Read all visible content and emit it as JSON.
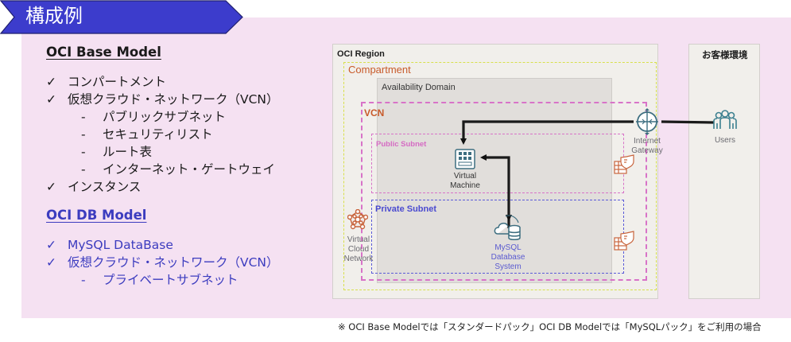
{
  "banner": {
    "title": "構成例",
    "color": "#3c3ccc"
  },
  "base_model": {
    "title": "OCI Base Model",
    "items": [
      {
        "mark": "✓",
        "text": "コンパートメント",
        "level": 0
      },
      {
        "mark": "✓",
        "text": "仮想クラウド・ネットワーク（VCN）",
        "level": 0
      },
      {
        "mark": "-",
        "text": "パブリックサブネット",
        "level": 1
      },
      {
        "mark": "-",
        "text": "セキュリティリスト",
        "level": 1
      },
      {
        "mark": "-",
        "text": "ルート表",
        "level": 1
      },
      {
        "mark": "-",
        "text": "インターネット・ゲートウェイ",
        "level": 1
      },
      {
        "mark": "✓",
        "text": "インスタンス",
        "level": 0
      }
    ]
  },
  "db_model": {
    "title": "OCI DB Model",
    "items": [
      {
        "mark": "✓",
        "text": "MySQL DataBase",
        "level": 0
      },
      {
        "mark": "✓",
        "text": "仮想クラウド・ネットワーク（VCN）",
        "level": 0
      },
      {
        "mark": "-",
        "text": "プライベートサブネット",
        "level": 1
      }
    ]
  },
  "diagram": {
    "region_label": "OCI Region",
    "compartment_label": "Compartment",
    "ad_label": "Availability Domain",
    "vcn_label": "VCN",
    "public_subnet_label": "Public Subnet",
    "private_subnet_label": "Private Subnet",
    "customer_label": "お客様環境",
    "nodes": {
      "vm": [
        "Virtual",
        "Machine"
      ],
      "mysql": [
        "MySQL",
        "Database",
        "System"
      ],
      "igw": [
        "Internet",
        "Gateway"
      ],
      "users": [
        "Users"
      ],
      "vcn_icon": [
        "Virtual",
        "Cloud",
        "Network"
      ]
    },
    "colors": {
      "compartment": "#d8e04b",
      "vcn": "#d873c8",
      "private_subnet": "#5a5ad8",
      "icon_teal": "#3d6e80",
      "icon_orange": "#c8643c"
    }
  },
  "footnote": "※ OCI Base Modelでは「スタンダードパック」OCI DB Modelでは「MySQLパック」をご利用の場合"
}
